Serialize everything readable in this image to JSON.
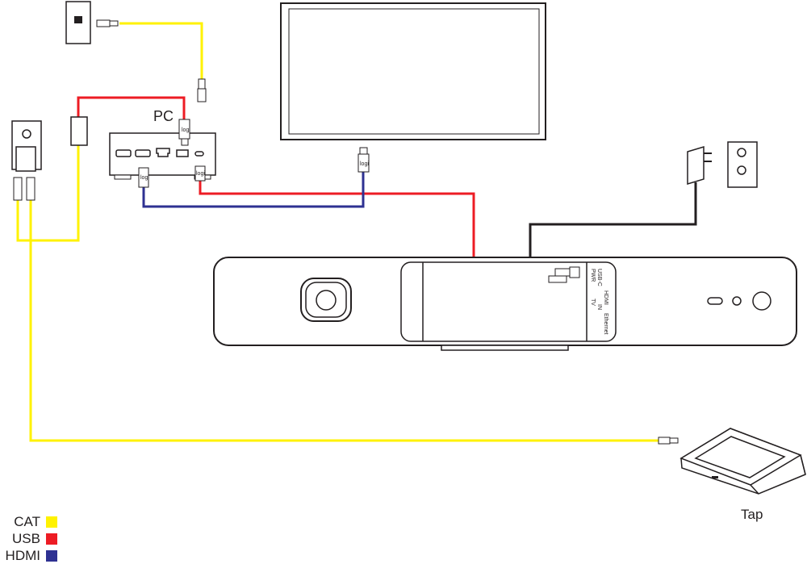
{
  "labels": {
    "pc": "PC",
    "tap": "Tap",
    "pwr": "PWR",
    "usbc": "USB-C",
    "hdmi": "HDMI",
    "tv": "TV",
    "in": "IN",
    "ethernet": "Ethernet",
    "logi": "logi"
  },
  "legend": [
    {
      "label": "CAT",
      "color": "#fff200"
    },
    {
      "label": "USB",
      "color": "#ed1c24"
    },
    {
      "label": "HDMI",
      "color": "#2e3192"
    }
  ],
  "colors": {
    "cat": "#fff200",
    "usb": "#ed1c24",
    "hdmi": "#2e3192",
    "power": "#231f20",
    "outline": "#231f20"
  }
}
